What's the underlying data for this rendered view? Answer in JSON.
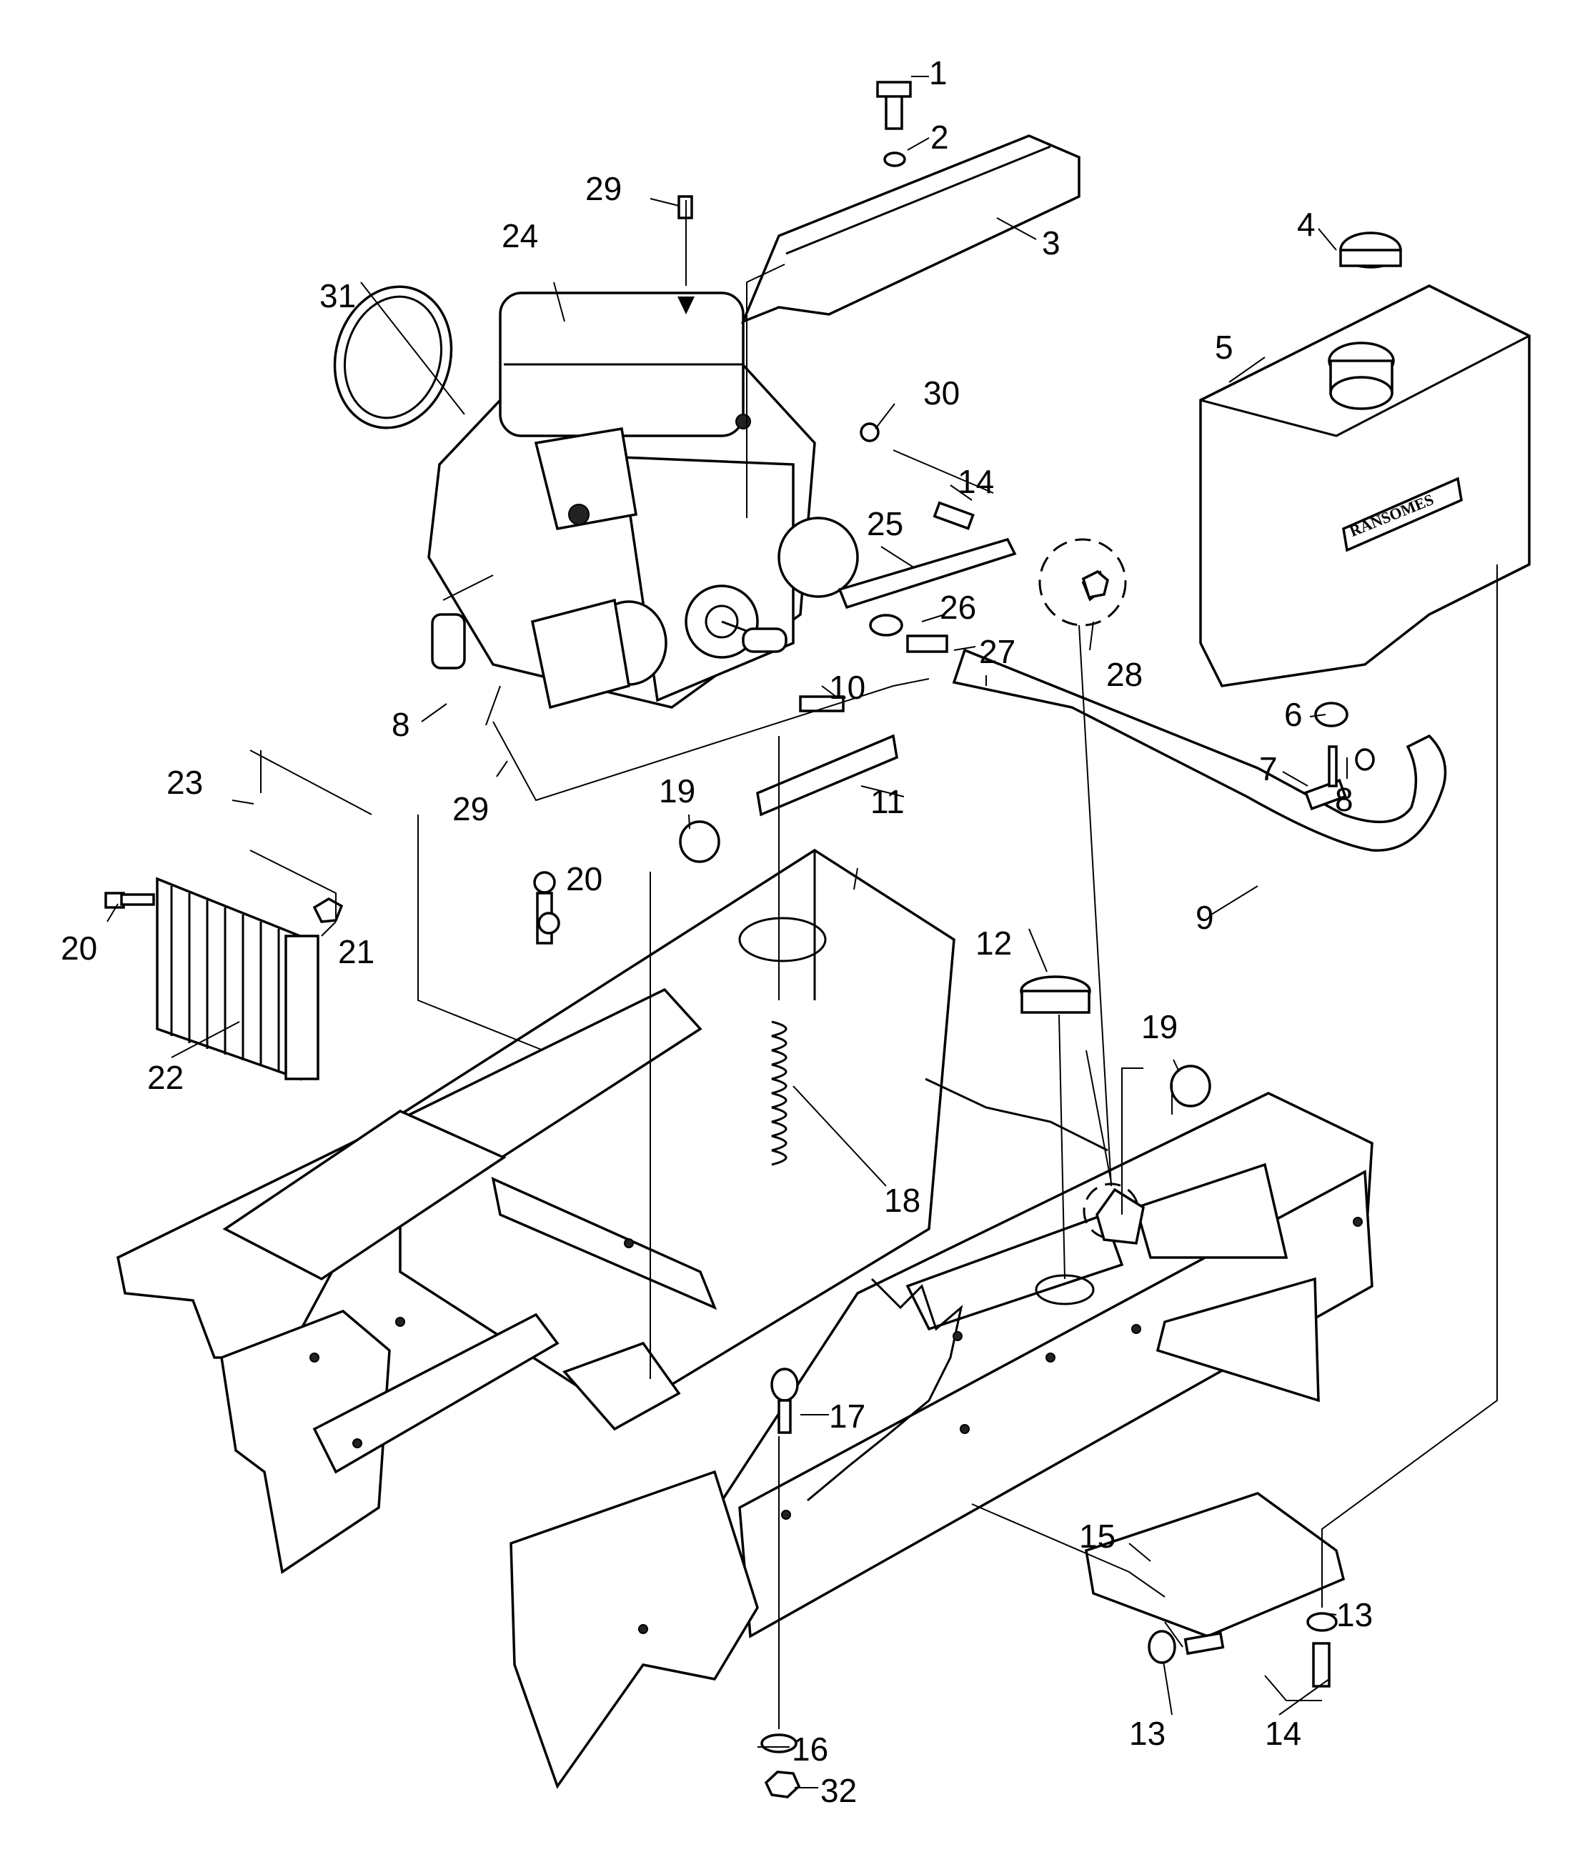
{
  "brand_text": "RANSOMES",
  "callouts": [
    {
      "id": "c1",
      "label": "1"
    },
    {
      "id": "c2",
      "label": "2"
    },
    {
      "id": "c3",
      "label": "3"
    },
    {
      "id": "c4",
      "label": "4"
    },
    {
      "id": "c5",
      "label": "5"
    },
    {
      "id": "c6",
      "label": "6"
    },
    {
      "id": "c7",
      "label": "7"
    },
    {
      "id": "c8a",
      "label": "8"
    },
    {
      "id": "c8b",
      "label": "8"
    },
    {
      "id": "c9",
      "label": "9"
    },
    {
      "id": "c10",
      "label": "10"
    },
    {
      "id": "c11",
      "label": "11"
    },
    {
      "id": "c12",
      "label": "12"
    },
    {
      "id": "c13a",
      "label": "13"
    },
    {
      "id": "c13b",
      "label": "13"
    },
    {
      "id": "c14a",
      "label": "14"
    },
    {
      "id": "c14b",
      "label": "14"
    },
    {
      "id": "c15",
      "label": "15"
    },
    {
      "id": "c16",
      "label": "16"
    },
    {
      "id": "c17",
      "label": "17"
    },
    {
      "id": "c18",
      "label": "18"
    },
    {
      "id": "c19a",
      "label": "19"
    },
    {
      "id": "c19b",
      "label": "19"
    },
    {
      "id": "c20a",
      "label": "20"
    },
    {
      "id": "c20b",
      "label": "20"
    },
    {
      "id": "c21",
      "label": "21"
    },
    {
      "id": "c22",
      "label": "22"
    },
    {
      "id": "c23",
      "label": "23"
    },
    {
      "id": "c24",
      "label": "24"
    },
    {
      "id": "c25",
      "label": "25"
    },
    {
      "id": "c26",
      "label": "26"
    },
    {
      "id": "c27",
      "label": "27"
    },
    {
      "id": "c28",
      "label": "28"
    },
    {
      "id": "c29a",
      "label": "29"
    },
    {
      "id": "c29b",
      "label": "29"
    },
    {
      "id": "c30",
      "label": "30"
    },
    {
      "id": "c31",
      "label": "31"
    },
    {
      "id": "c32",
      "label": "32"
    }
  ]
}
